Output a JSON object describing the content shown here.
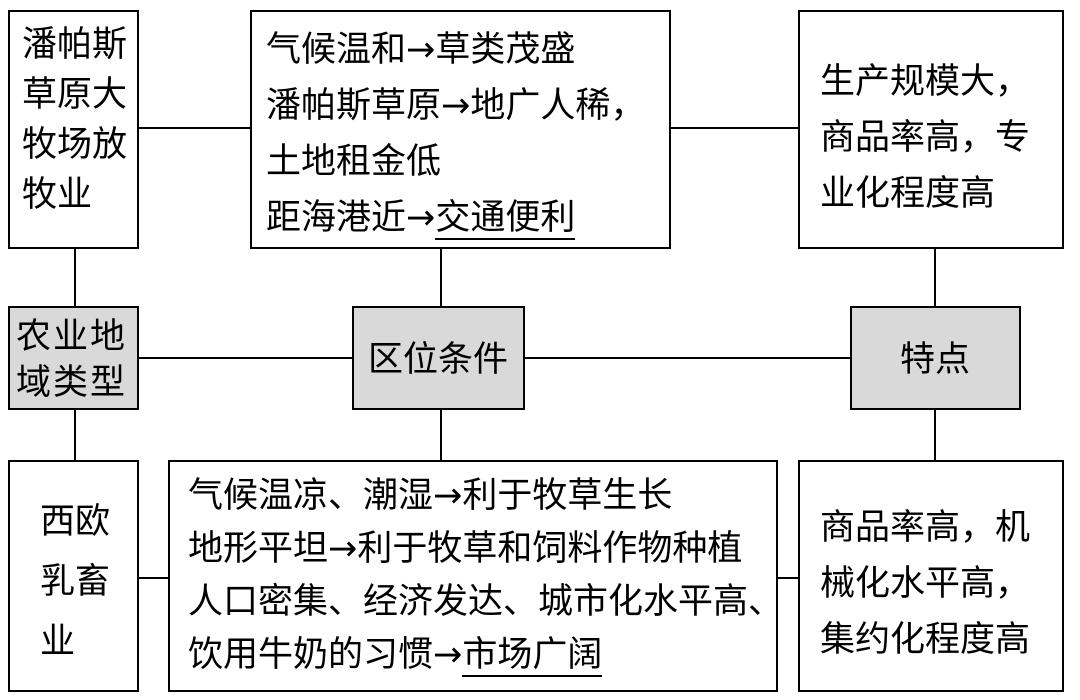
{
  "pampas": {
    "type_lines": [
      "潘帕斯",
      "草原大",
      "牧场放",
      "牧业"
    ],
    "conditions": [
      {
        "text": "气候温和→草类茂盛"
      },
      {
        "text": "潘帕斯草原→地广人稀，"
      },
      {
        "text": "土地租金低"
      },
      {
        "prefix": "距海港近→",
        "underlined": "交通便利"
      }
    ],
    "features_lines": [
      "生产规模大，",
      "商品率高，专",
      "业化程度高"
    ]
  },
  "labels": {
    "type_lines": [
      "农业地",
      "域类型"
    ],
    "conditions": "区位条件",
    "features": "特点"
  },
  "western_europe": {
    "type_lines": [
      "西欧",
      "乳畜",
      "业"
    ],
    "conditions": [
      {
        "text": "气候温凉、潮湿→利于牧草生长"
      },
      {
        "text": "地形平坦→利于牧草和饲料作物种植"
      },
      {
        "text": "人口密集、经济发达、城市化水平高、"
      },
      {
        "prefix": "饮用牛奶的习惯→",
        "underlined": "市场广阔"
      }
    ],
    "features_lines": [
      "商品率高，机",
      "械化水平高，",
      "集约化程度高"
    ]
  },
  "colors": {
    "border": "#000000",
    "label_fill": "#d9d9d9",
    "box_fill": "#ffffff"
  }
}
